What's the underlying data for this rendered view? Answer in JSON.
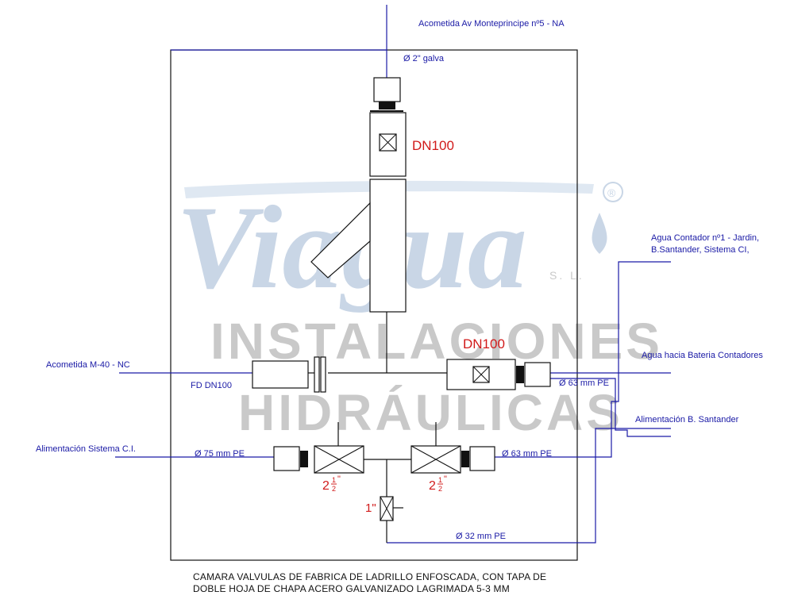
{
  "colors": {
    "pipe_blue": "#1a1aa6",
    "label_red": "#d11a1a",
    "line_black": "#111111",
    "watermark_blue": "#c9d6e6",
    "watermark_gray": "#c9c9c9"
  },
  "watermark": {
    "brand": "Viagua",
    "registered": "®",
    "suffix": "S. L.",
    "line1": "INSTALACIONES",
    "line2": "HIDRÁULICAS",
    "drop_icon": "water-drop-icon"
  },
  "labels": {
    "top_supply": "Acometida Av Monteprincipe nº5 - NA",
    "top_pipe": "Ø 2\" galva",
    "dn100_top": "DN100",
    "dn100_right": "DN100",
    "left_supply": "Acometida M-40 - NC",
    "fd_dn100": "FD DN100",
    "right_counter_line1": "Agua Contador nº1 - Jardin,",
    "right_counter_line2": "B.Santander, Sistema CI,",
    "right_battery": "Agua hacia Bateria Contadores",
    "pe63_upper": "Ø 63 mm PE",
    "right_santander": "Alimentación B. Santander",
    "left_ci": "Alimentación Sistema C.I.",
    "pe75": "Ø 75 mm PE",
    "pe63_lower": "Ø 63 mm PE",
    "valve_left_whole": "2",
    "valve_left_num": "1",
    "valve_left_den": "2",
    "valve_left_inch": "\"",
    "valve_right_whole": "2",
    "valve_right_num": "1",
    "valve_right_den": "2",
    "valve_right_inch": "\"",
    "one_inch": "1\"",
    "pe32": "Ø 32 mm PE"
  },
  "caption": {
    "line1": "CAMARA VALVULAS DE FABRICA DE LADRILLO ENFOSCADA, CON TAPA DE",
    "line2": "DOBLE HOJA DE CHAPA ACERO GALVANIZADO LAGRIMADA 5-3 MM"
  }
}
